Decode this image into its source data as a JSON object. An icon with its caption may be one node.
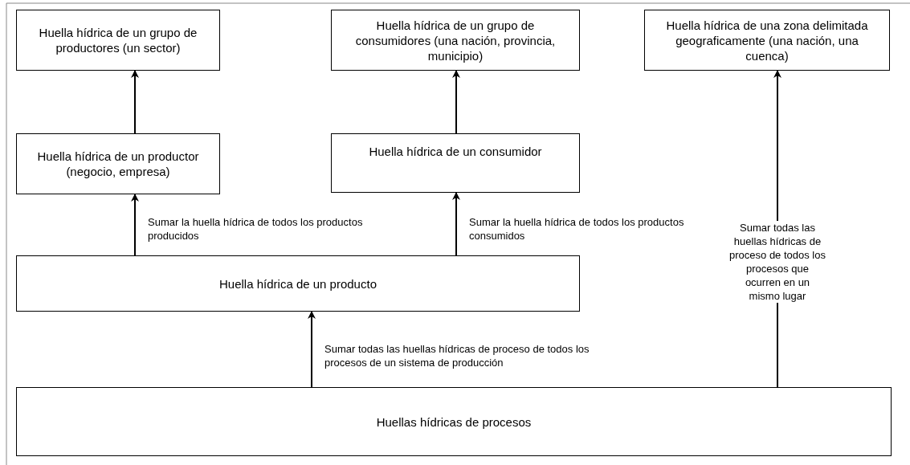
{
  "diagram": {
    "nodes": [
      {
        "text": [
          "Huella hídrica de un grupo de productores (un sector)"
        ]
      },
      {
        "text": [
          "Huella hídrica de un grupo de consumidores (una nación, provincia, municipio)"
        ]
      },
      {
        "text": [
          "Huella hídrica de una zona delimitada geograficamente (una nación, una cuenca)"
        ]
      },
      {
        "text": [
          "Huella hídrica de un productor (negocio, empresa)"
        ]
      },
      {
        "text": [
          "Huella hídrica de un consumidor"
        ]
      },
      {
        "text": [
          "Huella hídrica de un producto"
        ]
      },
      {
        "text": [
          "Huellas hídricas de procesos"
        ]
      }
    ],
    "edges": [
      {
        "from": 3,
        "to": 0,
        "arrow": "to"
      },
      {
        "from": 4,
        "to": 1,
        "arrow": "to"
      },
      {
        "from": 5,
        "to": 3,
        "arrow": "to",
        "label": "Sumar la huella hídrica de todos los productos producidos"
      },
      {
        "from": 5,
        "to": 4,
        "arrow": "to",
        "label": "Sumar la huella hídrica de todos los productos consumidos"
      },
      {
        "from": 6,
        "to": 5,
        "arrow": "to",
        "label": "Sumar todas las huellas hídricas de proceso de todos los procesos de un sistema de producción"
      },
      {
        "from": 6,
        "to": 2,
        "arrow": "to",
        "label": "Sumar todas las huellas hídricas de proceso de todos los procesos que ocurren en un mismo lugar"
      }
    ]
  }
}
